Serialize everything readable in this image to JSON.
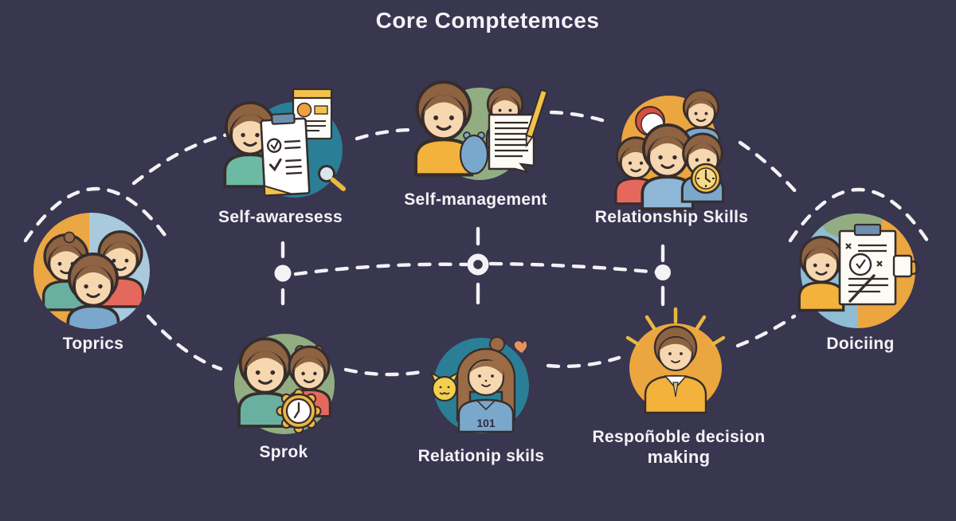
{
  "title": "Core Comptetemces",
  "nodes": {
    "self_awareness": {
      "label": "Self-awaresess",
      "icon": "person-checklist-illustration"
    },
    "self_management": {
      "label": "Self-management",
      "icon": "boys-document-pencil-illustration"
    },
    "relationship_skills": {
      "label": "Relationship Skills",
      "icon": "family-clock-illustration"
    },
    "topics": {
      "label": "Toprics",
      "icon": "three-people-illustration"
    },
    "doing": {
      "label": "Doiciing",
      "icon": "person-writing-clipboard-illustration"
    },
    "sprok": {
      "label": "Sprok",
      "icon": "woman-girl-gear-clock-illustration"
    },
    "relationship_skills_2": {
      "label": "Relationip skils",
      "icon": "girl-cat-heart-illustration",
      "shirt_text": "101"
    },
    "responsible_decision": {
      "label_line1": "Respoñoble decision",
      "label_line2": "making",
      "icon": "boy-idea-rays-illustration"
    }
  },
  "colors": {
    "background": "#393650",
    "text": "#f4f3f6",
    "connector": "#f3f2f5",
    "teal_circle": "#2a7f96",
    "sage_circle": "#93ad83",
    "orange_circle": "#eca63f",
    "light_blue": "#a9cadd",
    "yellow_shirt": "#f2b23c",
    "red_shirt": "#e4695c",
    "blue_shirt": "#7aa8cc",
    "teal_shirt": "#69b0a0",
    "skin": "#f6d7b0",
    "hair_brown": "#8d6342"
  }
}
